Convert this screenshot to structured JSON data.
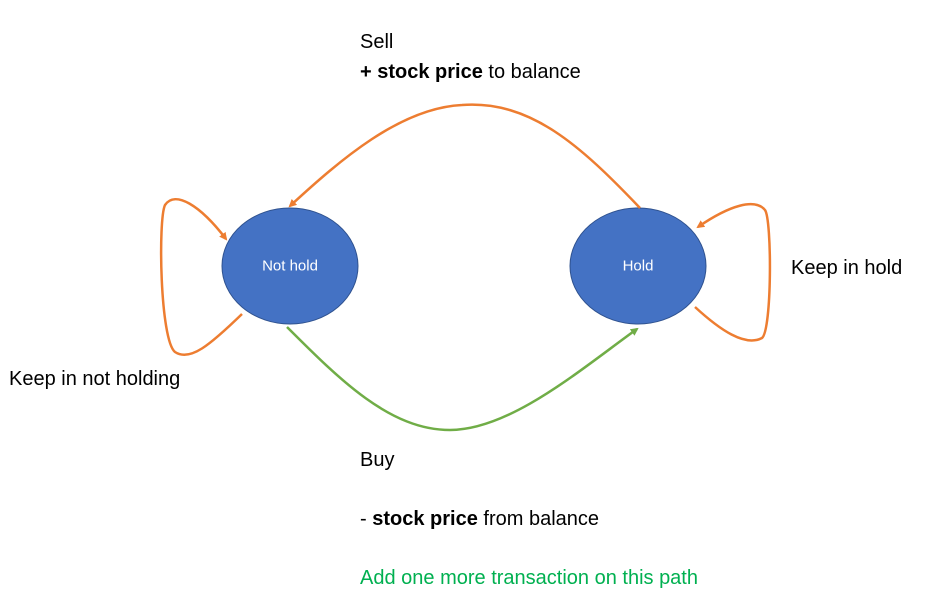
{
  "colors": {
    "node": "#4472C4",
    "sell": "#ED7D31",
    "loop": "#ED7D31",
    "buy": "#70AD47",
    "highlight": "#00B050"
  },
  "nodes": {
    "not_hold": "Not hold",
    "hold": "Hold"
  },
  "sell": {
    "title": "Sell",
    "bold": "+ stock price",
    "rest": " to balance"
  },
  "buy": {
    "title": "Buy",
    "prefix": "- ",
    "bold": "stock price",
    "rest": " from balance",
    "note": "Add one more transaction on this path"
  },
  "loops": {
    "hold": "Keep in hold",
    "not_hold": "Keep in not holding"
  }
}
